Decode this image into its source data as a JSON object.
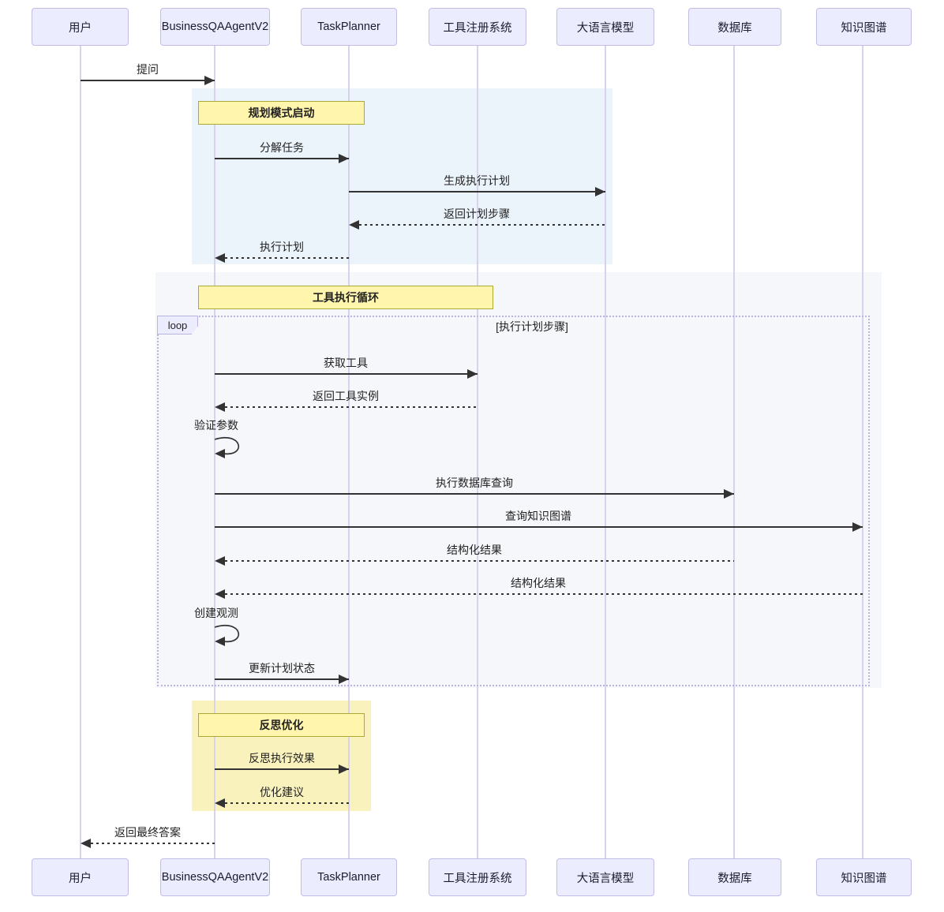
{
  "participants": [
    {
      "label": "用户"
    },
    {
      "label": "BusinessQAAgentV2"
    },
    {
      "label": "TaskPlanner"
    },
    {
      "label": "工具注册系统"
    },
    {
      "label": "大语言模型"
    },
    {
      "label": "数据库"
    },
    {
      "label": "知识图谱"
    }
  ],
  "notes": {
    "planning": "规划模式启动",
    "tool_loop": "工具执行循环",
    "reflection": "反思优化"
  },
  "loop": {
    "label": "loop",
    "condition": "[执行计划步骤]"
  },
  "messages": {
    "ask": "提问",
    "decompose": "分解任务",
    "generate_plan": "生成执行计划",
    "return_plan_steps": "返回计划步骤",
    "execute_plan": "执行计划",
    "get_tool": "获取工具",
    "return_tool_instance": "返回工具实例",
    "validate_params": "验证参数",
    "db_query": "执行数据库查询",
    "kg_query": "查询知识图谱",
    "structured_result_db": "结构化结果",
    "structured_result_kg": "结构化结果",
    "create_observation": "创建观测",
    "update_plan_status": "更新计划状态",
    "reflect_execution": "反思执行效果",
    "optimization_advice": "优化建议",
    "final_answer": "返回最终答案"
  },
  "colors": {
    "actor_fill": "#ECECFF",
    "actor_border": "#C3BCE8",
    "lifeline": "#D8D2EE",
    "note_fill": "#FFF5AD",
    "note_border": "#AAAA33",
    "phase_planning_bg": "#EBF3FB",
    "phase_loop_bg": "#F6F7FA",
    "phase_reflection_bg": "#FAF2BD",
    "loop_border": "#BCB3DF",
    "arrow": "#333333"
  }
}
